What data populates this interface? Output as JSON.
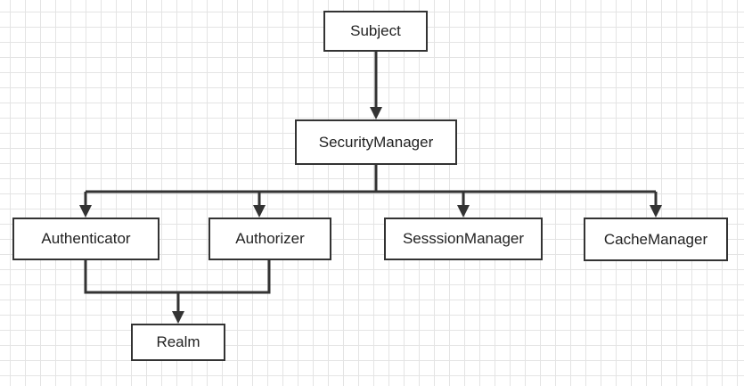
{
  "nodes": {
    "subject": "Subject",
    "security_manager": "SecurityManager",
    "authenticator": "Authenticator",
    "authorizer": "Authorizer",
    "session_manager": "SesssionManager",
    "cache_manager": "CacheManager",
    "realm": "Realm"
  },
  "colors": {
    "line": "#333333",
    "grid": "#e4e4e4",
    "background": "#ffffff"
  }
}
